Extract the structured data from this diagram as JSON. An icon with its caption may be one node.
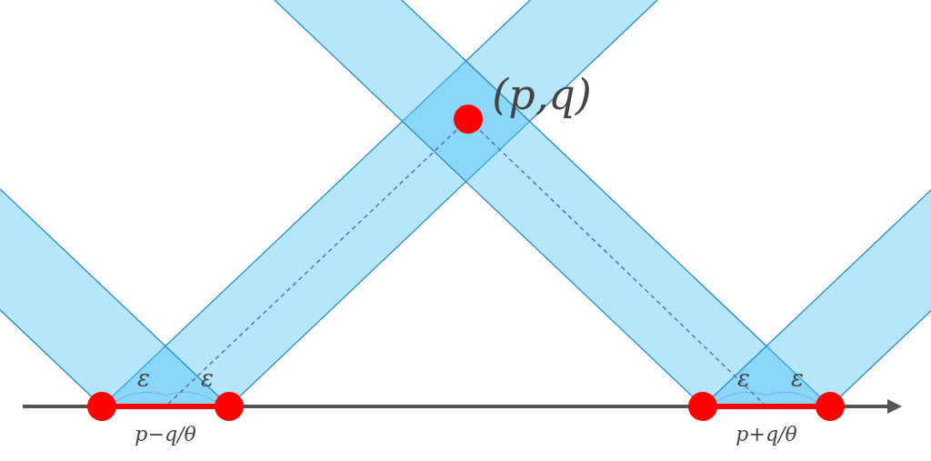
{
  "diagram": {
    "labels": [
      "(p,q)",
      "ε",
      "ε",
      "ε",
      "ε",
      "p−q/θ",
      "p+q/θ"
    ]
  }
}
